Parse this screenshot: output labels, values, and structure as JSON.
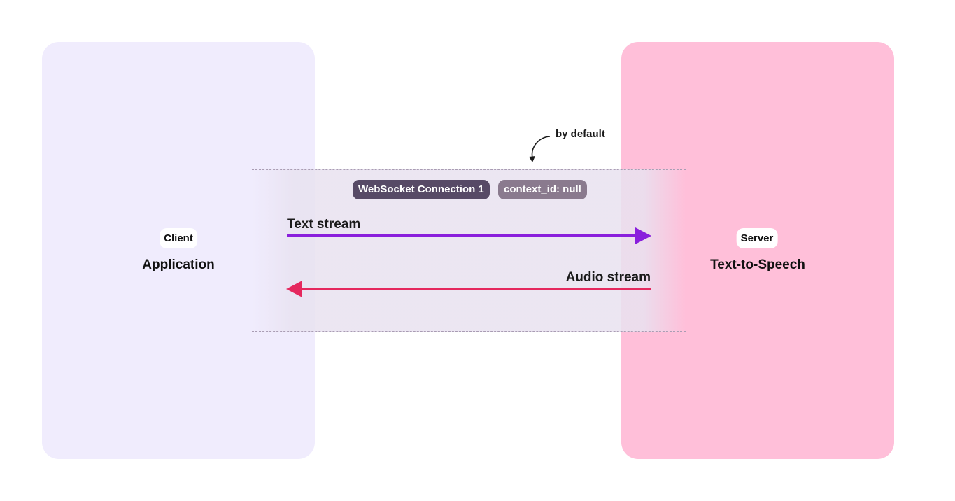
{
  "client": {
    "tag": "Client",
    "title": "Application"
  },
  "server": {
    "tag": "Server",
    "title": "Text-to-Speech"
  },
  "connection": {
    "label": "WebSocket Connection 1",
    "context": "context_id: null",
    "note": "by default"
  },
  "streams": {
    "text": "Text stream",
    "audio": "Audio stream"
  },
  "colors": {
    "client_panel": "#f0ecfd",
    "server_panel": "#ffbfd9",
    "text_arrow": "#8a1fdc",
    "audio_arrow": "#e5285e"
  }
}
